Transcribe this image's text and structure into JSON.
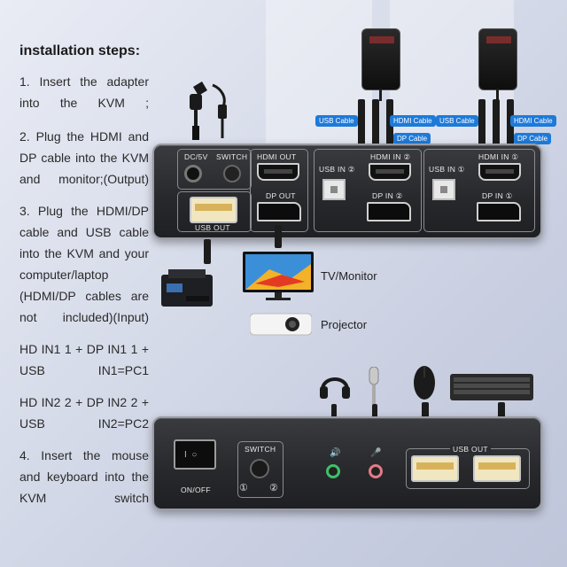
{
  "steps": {
    "title": "installation steps:",
    "items": [
      "1. Insert the adapter into the KVM ;",
      "2. Plug the HDMI and DP cable into the KVM and monitor;(Output)",
      "3. Plug the HDMI/DP cable and USB cable into the KVM and your computer/laptop (HDMI/DP cables are not included)(Input)",
      "HD IN1 1 + DP IN1 1 + USB IN1=PC1",
      "HD IN2 2 + DP IN2 2 + USB IN2=PC2",
      "4. Insert the mouse and keyboard into the KVM switch"
    ]
  },
  "back_panel": {
    "dc_label": "DC/5V",
    "switch_label": "SWITCH",
    "hdmi_out_label": "HDMI OUT",
    "dp_out_label": "DP OUT",
    "usb_out_label": "USB OUT",
    "usb_in2_label": "USB IN ②",
    "hdmi_in2_label": "HDMI IN ②",
    "dp_in2_label": "DP IN ②",
    "usb_in1_label": "USB IN ①",
    "hdmi_in1_label": "HDMI IN ①",
    "dp_in1_label": "DP IN ①"
  },
  "cable_labels": {
    "usb_cable_1": "USB Cable",
    "hdmi_cable_1": "HDMI Cable",
    "dp_cable_1": "DP Cable",
    "usb_cable_2": "USB Cable",
    "hdmi_cable_2": "HDMI Cable",
    "dp_cable_2": "DP Cable"
  },
  "devices": {
    "tv_label": "TV/Monitor",
    "projector_label": "Projector"
  },
  "front_panel": {
    "on_off_label": "ON/OFF",
    "switch_label": "SWITCH",
    "switch_pos_1": "①",
    "switch_pos_2": "②",
    "usb_out_label": "USB OUT"
  },
  "colors": {
    "cable_label_bg": "#1e7ad9",
    "panel": "#2b2c30",
    "jack_green": "#3fbf6a",
    "jack_pink": "#e27b86"
  }
}
